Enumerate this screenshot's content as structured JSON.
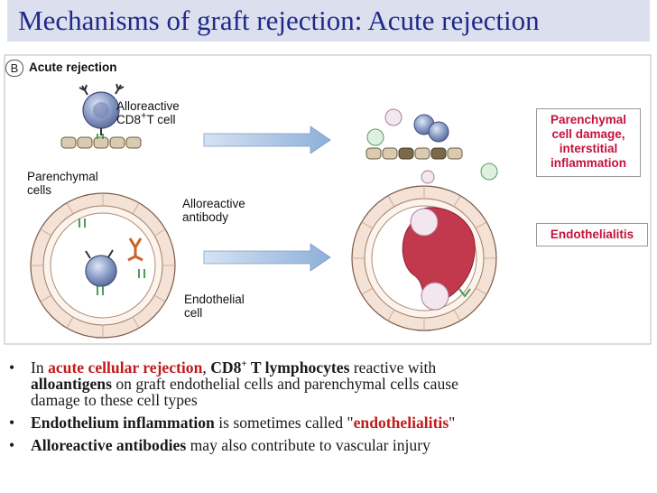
{
  "title": "Mechanisms of graft rejection: Acute rejection",
  "figure": {
    "panel_letter": "B",
    "panel_title": "Acute rejection",
    "labels": {
      "alloreactive_t_cell_1": "Alloreactive",
      "alloreactive_t_cell_2": "CD8",
      "alloreactive_t_cell_sup": "+",
      "alloreactive_t_cell_3": "T cell",
      "parenchymal_1": "Parenchymal",
      "parenchymal_2": "cells",
      "antibody_1": "Alloreactive",
      "antibody_2": "antibody",
      "endothelial_1": "Endothelial",
      "endothelial_2": "cell"
    },
    "effects": {
      "parenchymal_damage_1": "Parenchymal",
      "parenchymal_damage_2": "cell damage,",
      "parenchymal_damage_3": "interstitial",
      "parenchymal_damage_4": "inflammation",
      "endothelialitis": "Endothelialitis"
    }
  },
  "bullets": [
    {
      "bullet": "•",
      "p1": "In ",
      "acute_cellular_rejection": "acute cellular rejection",
      "p2": ", ",
      "cd8": "CD8",
      "cd8_sup": "+",
      "t_lymphocytes": " T lymphocytes",
      "p3": " reactive with",
      "alloantigens": "alloantigens",
      "p4": " on graft endothelial cells and parenchymal cells cause",
      "p5": "damage to these cell types"
    },
    {
      "bullet": "•",
      "endothelium_inflammation": "Endothelium inflammation",
      "p1": " is sometimes called \"",
      "endothelialitis": "endothelialitis",
      "p2": "\""
    },
    {
      "bullet": "•",
      "alloreactive_antibodies": "Alloreactive antibodies",
      "p1": " may also contribute to vascular injury"
    }
  ]
}
